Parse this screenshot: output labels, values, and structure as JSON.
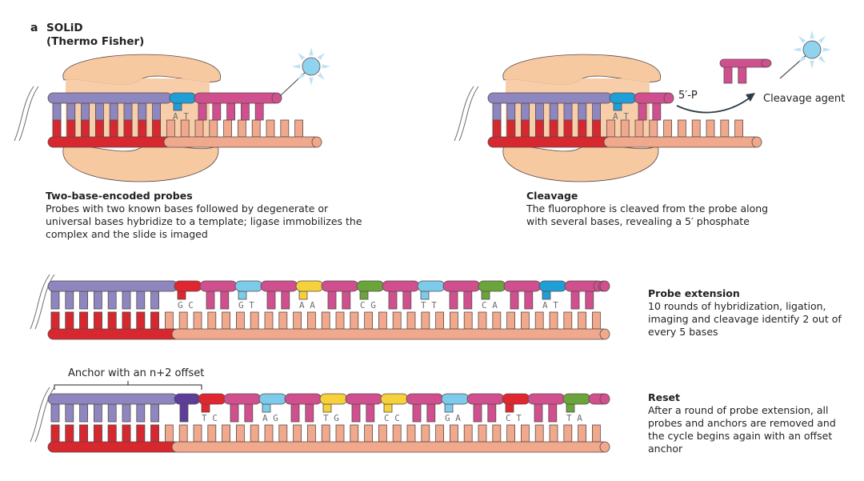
{
  "panel": {
    "letter": "a",
    "title": "SOLiD\n(Thermo Fisher)"
  },
  "colors": {
    "anchor_purple": "#8e86bf",
    "anchor_offset_purple": "#5a3e9a",
    "template_red": "#d7272f",
    "template_salmon": "#f0a98c",
    "probe_magenta": "#d0508f",
    "ligase_beige": "#f6c9a0",
    "fluor_blue": "#8fd3ee",
    "dinuc_blue": "#1e9fd8",
    "dinuc_lightblue": "#7ccbea",
    "dinuc_red": "#e0262e",
    "dinuc_yellow": "#f5d23c",
    "dinuc_green": "#6aa53c"
  },
  "steps": [
    {
      "id": "two-base-encoded-probes",
      "title": "Two-base-encoded probes",
      "description": "Probes with two known bases followed by degenerate or\nuniversal bases hybridize to a template; ligase immobilizes the\ncomplex and the slide is imaged",
      "bases": [
        "A T"
      ]
    },
    {
      "id": "cleavage",
      "title": "Cleavage",
      "description": "The fluorophore is cleaved from the probe along\nwith several bases, revealing a 5′ phosphate",
      "bases": [
        "A T"
      ],
      "phosphate_label": "5′-P",
      "agent_label": "Cleavage agent"
    },
    {
      "id": "probe-extension",
      "title": "Probe extension",
      "description": "10 rounds of hybridization, ligation,\nimaging and cleavage identify 2 out of\nevery 5 bases",
      "bases": [
        "G C",
        "G T",
        "A A",
        "C G",
        "T T",
        "C A",
        "A T"
      ],
      "dinuc_colors": [
        "dinuc_red",
        "dinuc_lightblue",
        "dinuc_yellow",
        "dinuc_green",
        "dinuc_lightblue",
        "dinuc_green",
        "dinuc_blue"
      ]
    },
    {
      "id": "reset",
      "title": "Reset",
      "description": "After a round of probe extension, all\nprobes and anchors are removed and\nthe cycle begins again with an offset\nanchor",
      "anchor_label": "Anchor with an n+2 offset",
      "bases": [
        "T C",
        "A G",
        "T G",
        "C C",
        "G A",
        "C T",
        "T A"
      ],
      "dinuc_colors": [
        "dinuc_red",
        "dinuc_lightblue",
        "dinuc_yellow",
        "dinuc_yellow",
        "dinuc_lightblue",
        "dinuc_red",
        "dinuc_green"
      ]
    }
  ]
}
